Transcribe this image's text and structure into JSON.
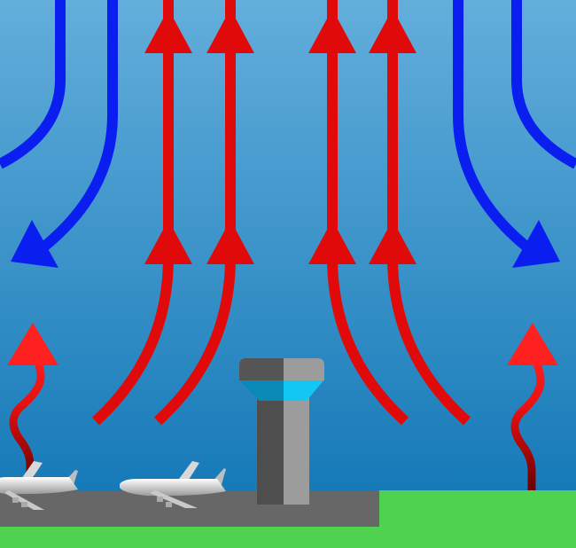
{
  "colors": {
    "sky_top": "#63aedb",
    "sky_bottom": "#0d74b4",
    "sinking_air": "#0a1ef0",
    "rising_air": "#e00a0a",
    "grass": "#4fd24f",
    "tarmac": "#676767"
  },
  "icons": [
    "blue-downdraft-arrow",
    "red-updraft-arrow",
    "wavy-heat-arrow",
    "control-tower",
    "airplane"
  ]
}
